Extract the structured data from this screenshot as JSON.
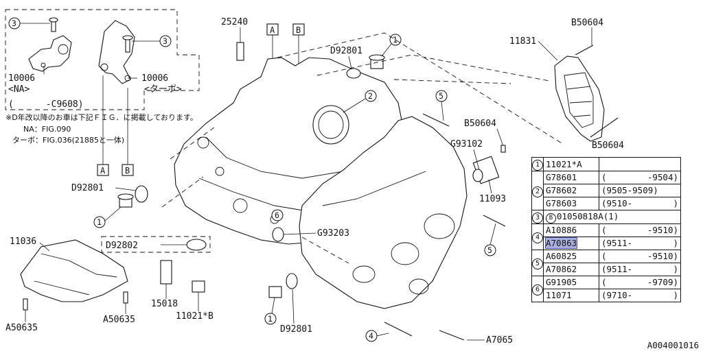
{
  "inset": {
    "label_left_pn": "10006",
    "label_left_variant": "<NA>",
    "label_right_pn": "10006",
    "label_right_variant": "<ターボ>",
    "range": "(      -C9608)",
    "callout": "3"
  },
  "note": {
    "line1": "※D年改以降のお車は下記ＦＩＧ．に掲載しております。",
    "line2": "NA：FIG.090",
    "line3": "ターボ：FIG.036(21885と一体)"
  },
  "ref_boxes": {
    "a": "A",
    "b": "B"
  },
  "callouts": {
    "one": "1",
    "two": "2",
    "three": "3",
    "four": "4",
    "five": "5",
    "six": "6"
  },
  "labels": {
    "p25240": "25240",
    "d92801_top": "D92801",
    "d92801_left": "D92801",
    "d92801_bottom": "D92801",
    "d92802": "D92802",
    "g93203": "G93203",
    "g93102": "G93102",
    "b50604_top": "B50604",
    "b50604_mid": "B50604",
    "b50604_bot": "B50604",
    "p11831": "11831",
    "p11093": "11093",
    "p11036": "11036",
    "a50635_left": "A50635",
    "a50635_right": "A50635",
    "p15018": "15018",
    "p11021b": "11021*B",
    "a7065": "A7065"
  },
  "table": {
    "rows": [
      {
        "idx": "1",
        "pn": "11021*A",
        "from": "",
        "to": ""
      },
      {
        "idx": "2",
        "pn": "G78601",
        "from": "(",
        "to": "-9504)"
      },
      {
        "idx": "",
        "pn": "G78602",
        "from": "(9505-9509)",
        "to": ""
      },
      {
        "idx": "",
        "pn": "G78603",
        "from": "(9510-",
        "to": ")"
      },
      {
        "idx": "3",
        "pn_badge": "B",
        "pn": "01050818A(1)",
        "from": "",
        "to": ""
      },
      {
        "idx": "4",
        "pn": "A10886",
        "from": "(",
        "to": "-9510)"
      },
      {
        "idx": "",
        "pn": "A70863",
        "from": "(9511-",
        "to": ")"
      },
      {
        "idx": "5",
        "pn": "A60825",
        "from": "(",
        "to": "-9510)"
      },
      {
        "idx": "",
        "pn": "A70862",
        "from": "(9511-",
        "to": ")"
      },
      {
        "idx": "6",
        "pn": "G91905",
        "from": "(",
        "to": "-9709)"
      },
      {
        "idx": "",
        "pn": "11071",
        "from": "(9710-",
        "to": ")"
      }
    ]
  },
  "figure_code": "A004001016",
  "highlight_color": "#a9b0e0"
}
